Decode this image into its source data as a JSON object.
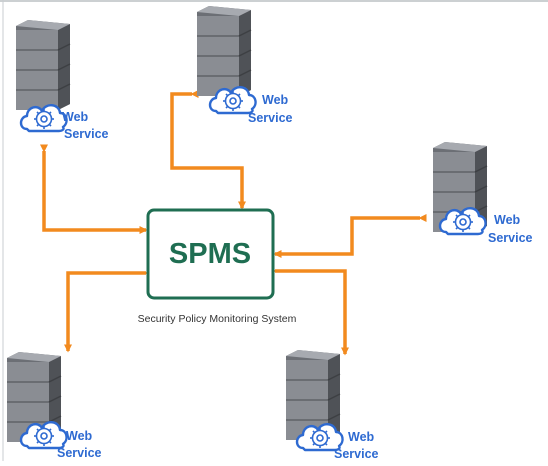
{
  "hub": {
    "label": "SPMS",
    "caption": "Security Policy Monitoring System",
    "border_color": "#1f6e52",
    "text_color": "#1f6e52"
  },
  "services": [
    {
      "label_line1": "Web",
      "label_line2": "Service"
    },
    {
      "label_line1": "Web",
      "label_line2": "Service"
    },
    {
      "label_line1": "Web",
      "label_line2": "Service"
    },
    {
      "label_line1": "Web",
      "label_line2": "Service"
    },
    {
      "label_line1": "Web",
      "label_line2": "Service"
    }
  ],
  "colors": {
    "connector": "#f28a1e",
    "service_text": "#2e6ad1",
    "cloud": "#2e6ad1",
    "server_body": "#8a8d93",
    "server_dark": "#5f6268"
  },
  "icons": {
    "server": "server-icon",
    "cloud_gear": "cloud-gear-icon"
  }
}
